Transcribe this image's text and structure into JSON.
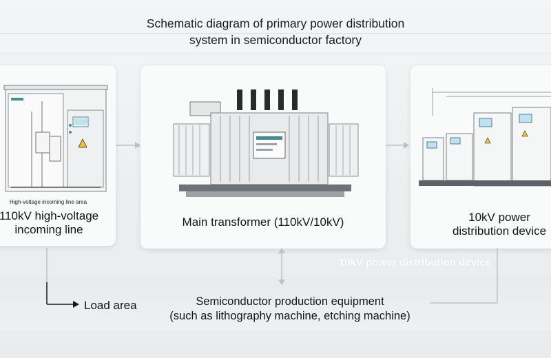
{
  "title_line1": "Schematic diagram of primary power distribution",
  "title_line2": "system in semiconductor factory",
  "left_panel": {
    "sub_label": "High-voltage incoming line area",
    "label_line1": "110kV high-voltage",
    "label_line2": "incoming line"
  },
  "middle_panel": {
    "label": "Main transformer (110kV/10kV)"
  },
  "right_panel": {
    "label_line1": "10kV power",
    "label_line2": "distribution device",
    "ghost_label": "10kV power distribution device"
  },
  "load_area": {
    "label": "Load area"
  },
  "production": {
    "label_line1": "Semiconductor production equipment",
    "label_line2": "(such as lithography machine, etching machine)"
  },
  "colors": {
    "panel_bg": "#f9fafa",
    "arrow_dark": "#1a1a1a",
    "arrow_light": "#bcc1c6",
    "accent_teal": "#3f8f96"
  }
}
